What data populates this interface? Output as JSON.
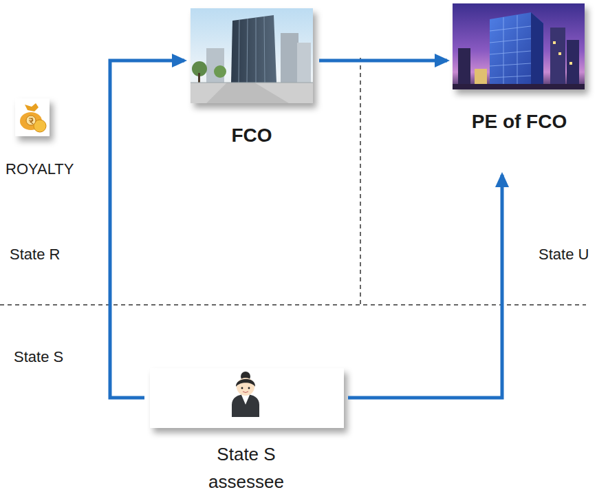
{
  "diagram": {
    "nodes": [
      {
        "text": [
          "FCO"
        ]
      },
      {
        "text": [
          "PE of FCO"
        ]
      },
      {
        "text": [
          "State S assessee"
        ]
      }
    ],
    "edges": [
      {
        "from": 2,
        "to": 0,
        "arrow": "to"
      },
      {
        "from": 0,
        "to": 1,
        "arrow": "to"
      },
      {
        "from": 2,
        "to": 1,
        "arrow": "to"
      }
    ],
    "labels": [
      "ROYALTY",
      "State R",
      "State U",
      "State S"
    ]
  }
}
